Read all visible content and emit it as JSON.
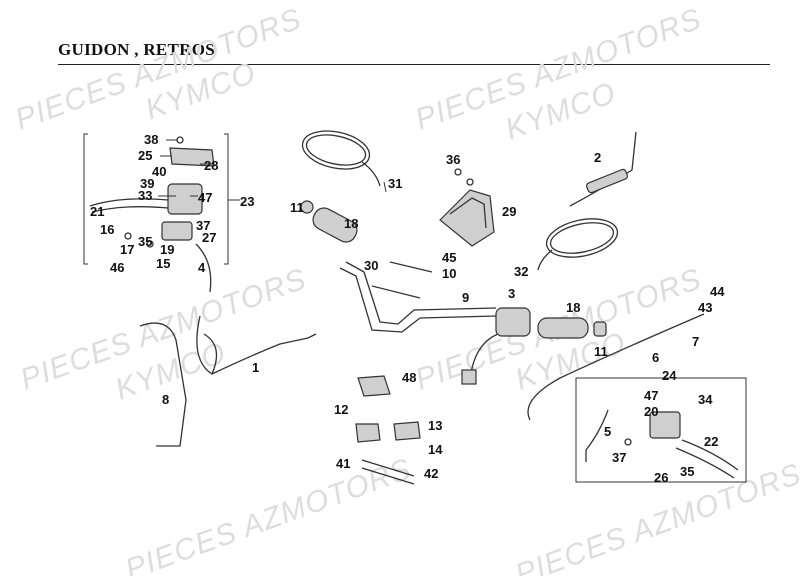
{
  "title": "GUIDON , RETROS",
  "watermarks": [
    "PIECES AZMOTORS",
    "KYMCO"
  ],
  "part_numbers": [
    "1",
    "2",
    "3",
    "4",
    "5",
    "6",
    "7",
    "8",
    "9",
    "10",
    "11",
    "12",
    "13",
    "14",
    "15",
    "16",
    "17",
    "18",
    "19",
    "20",
    "21",
    "22",
    "23",
    "24",
    "25",
    "26",
    "27",
    "28",
    "29",
    "30",
    "31",
    "32",
    "33",
    "34",
    "35",
    "36",
    "37",
    "38",
    "39",
    "40",
    "41",
    "42",
    "43",
    "44",
    "45",
    "46",
    "47",
    "48"
  ],
  "callouts": [
    {
      "id": "38",
      "text": "38"
    },
    {
      "id": "25",
      "text": "25"
    },
    {
      "id": "28",
      "text": "28"
    },
    {
      "id": "40",
      "text": "40"
    },
    {
      "id": "39",
      "text": "39"
    },
    {
      "id": "33",
      "text": "33"
    },
    {
      "id": "47a",
      "text": "47"
    },
    {
      "id": "23",
      "text": "23"
    },
    {
      "id": "21",
      "text": "21"
    },
    {
      "id": "16",
      "text": "16"
    },
    {
      "id": "37a",
      "text": "37"
    },
    {
      "id": "35a",
      "text": "35"
    },
    {
      "id": "27",
      "text": "27"
    },
    {
      "id": "17",
      "text": "17"
    },
    {
      "id": "19",
      "text": "19"
    },
    {
      "id": "15",
      "text": "15"
    },
    {
      "id": "4",
      "text": "4"
    },
    {
      "id": "46",
      "text": "46"
    },
    {
      "id": "31",
      "text": "31"
    },
    {
      "id": "36",
      "text": "36"
    },
    {
      "id": "2",
      "text": "2"
    },
    {
      "id": "11a",
      "text": "11"
    },
    {
      "id": "18a",
      "text": "18"
    },
    {
      "id": "29",
      "text": "29"
    },
    {
      "id": "45",
      "text": "45"
    },
    {
      "id": "30",
      "text": "30"
    },
    {
      "id": "10",
      "text": "10"
    },
    {
      "id": "32",
      "text": "32"
    },
    {
      "id": "9",
      "text": "9"
    },
    {
      "id": "3",
      "text": "3"
    },
    {
      "id": "18b",
      "text": "18"
    },
    {
      "id": "11b",
      "text": "11"
    },
    {
      "id": "44",
      "text": "44"
    },
    {
      "id": "43",
      "text": "43"
    },
    {
      "id": "7",
      "text": "7"
    },
    {
      "id": "6",
      "text": "6"
    },
    {
      "id": "1",
      "text": "1"
    },
    {
      "id": "8",
      "text": "8"
    },
    {
      "id": "48",
      "text": "48"
    },
    {
      "id": "12",
      "text": "12"
    },
    {
      "id": "13",
      "text": "13"
    },
    {
      "id": "14",
      "text": "14"
    },
    {
      "id": "41",
      "text": "41"
    },
    {
      "id": "42",
      "text": "42"
    },
    {
      "id": "24",
      "text": "24"
    },
    {
      "id": "47b",
      "text": "47"
    },
    {
      "id": "34",
      "text": "34"
    },
    {
      "id": "20",
      "text": "20"
    },
    {
      "id": "5",
      "text": "5"
    },
    {
      "id": "22",
      "text": "22"
    },
    {
      "id": "37b",
      "text": "37"
    },
    {
      "id": "35b",
      "text": "35"
    },
    {
      "id": "26",
      "text": "26"
    }
  ]
}
